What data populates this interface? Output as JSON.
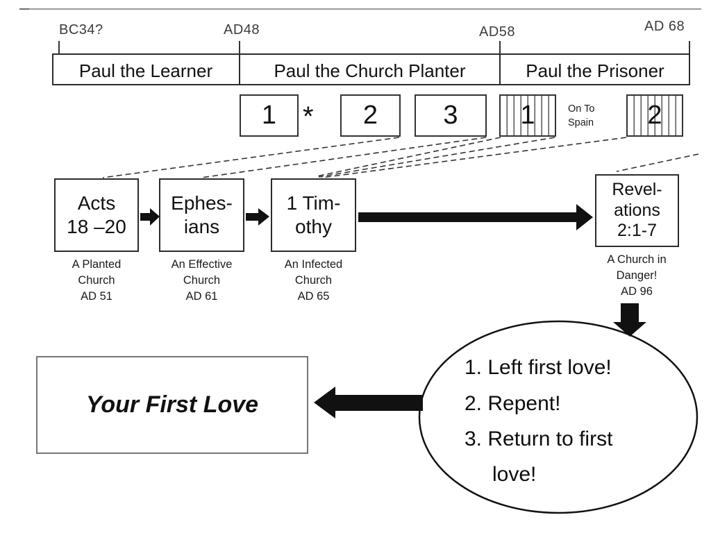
{
  "timeline": {
    "dates": [
      "BC34?",
      "AD48",
      "AD58",
      "AD 68"
    ],
    "periods": [
      "Paul the Learner",
      "Paul the Church Planter",
      "Paul the Prisoner"
    ]
  },
  "journeys": {
    "box_labels": [
      "1",
      "2",
      "3"
    ],
    "separator": "*",
    "striped_box_labels": [
      "1",
      "2"
    ],
    "note": "On To\nSpain"
  },
  "books": [
    {
      "title": "Acts\n18 –20",
      "caption": "A Planted\nChurch\nAD 51"
    },
    {
      "title": "Ephes-\nians",
      "caption": "An Effective\nChurch\nAD 61"
    },
    {
      "title": "1 Tim-\nothy",
      "caption": "An Infected\nChurch\nAD 65"
    },
    {
      "title": "Revel-\nations\n2:1-7",
      "caption": "A Church in\nDanger!\nAD 96"
    }
  ],
  "conclusion": {
    "label": "Your First Love"
  },
  "ellipse_notes": {
    "lines": [
      "1. Left first love!",
      "2.  Repent!",
      "3.  Return to first",
      "love!"
    ]
  },
  "colors": {
    "ink": "#1a1a1a",
    "rule_gray": "#9a9a9a",
    "conclusion_border_gray": "#757575"
  }
}
